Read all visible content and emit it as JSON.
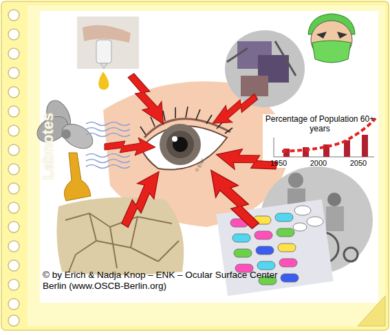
{
  "diagram": {
    "labels": [
      "Labnotes",
      "Percentage of Population 60+ years",
      "1950",
      "2000",
      "2050",
      "© ENK",
      "© by Erich & Nadja Knop – ENK – Ocular Surface Center Berlin (www.OSCB-Berlin.org)"
    ]
  }
}
